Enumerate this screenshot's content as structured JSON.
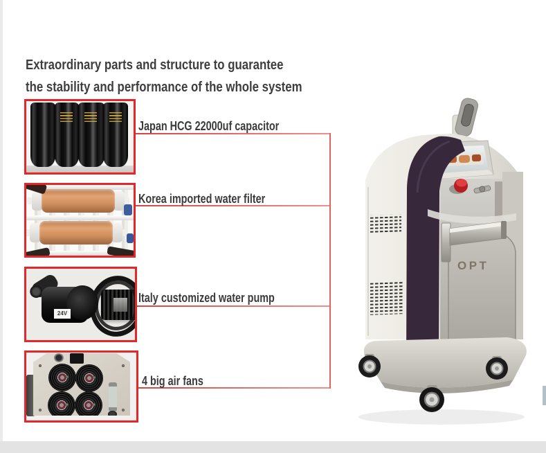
{
  "title": {
    "line1": "Extraordinary parts and structure to guarantee",
    "line2": "the stability and performance of the whole system"
  },
  "callouts": [
    {
      "label": "Japan HCG 22000uf capacitor",
      "photo": "japan-hcg-capacitors-photo"
    },
    {
      "label": "Korea imported water filter",
      "photo": "korea-water-filters-photo"
    },
    {
      "label": "Italy customized water pump",
      "photo": "italy-water-pump-photo"
    },
    {
      "label": "4 big air fans",
      "photo": "four-air-fans-photo"
    }
  ],
  "machine": {
    "front_label": "OPT"
  },
  "pump": {
    "voltage_label": "24V"
  },
  "colors": {
    "callout_box_red": "#e3282c",
    "callout_line_red": "#dd4a47",
    "machine_purple": "#38283b",
    "title_text": "#3e3e3e",
    "label_text": "#3b3b3b"
  }
}
